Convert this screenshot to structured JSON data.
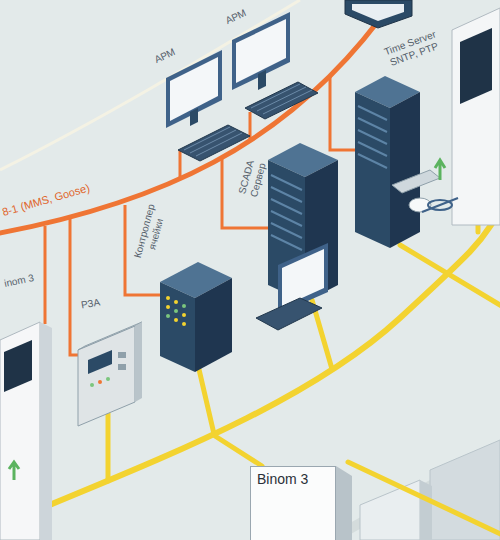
{
  "diagram": {
    "nodes": [
      {
        "text": [
          "АРМ"
        ]
      },
      {
        "text": [
          "Time Server SNTP, PTP"
        ]
      },
      {
        "text": [
          "АРМ"
        ]
      },
      {
        "text": [
          "SCADA Сервер"
        ]
      },
      {
        "text": [
          "Контроллер ячейки"
        ]
      },
      {
        "text": [
          "inom 3"
        ]
      },
      {
        "text": [
          "РЗА"
        ]
      },
      {
        "text": [
          "Binom 3"
        ]
      }
    ],
    "labels": [
      "8-1 (MMS, Goose)"
    ]
  }
}
